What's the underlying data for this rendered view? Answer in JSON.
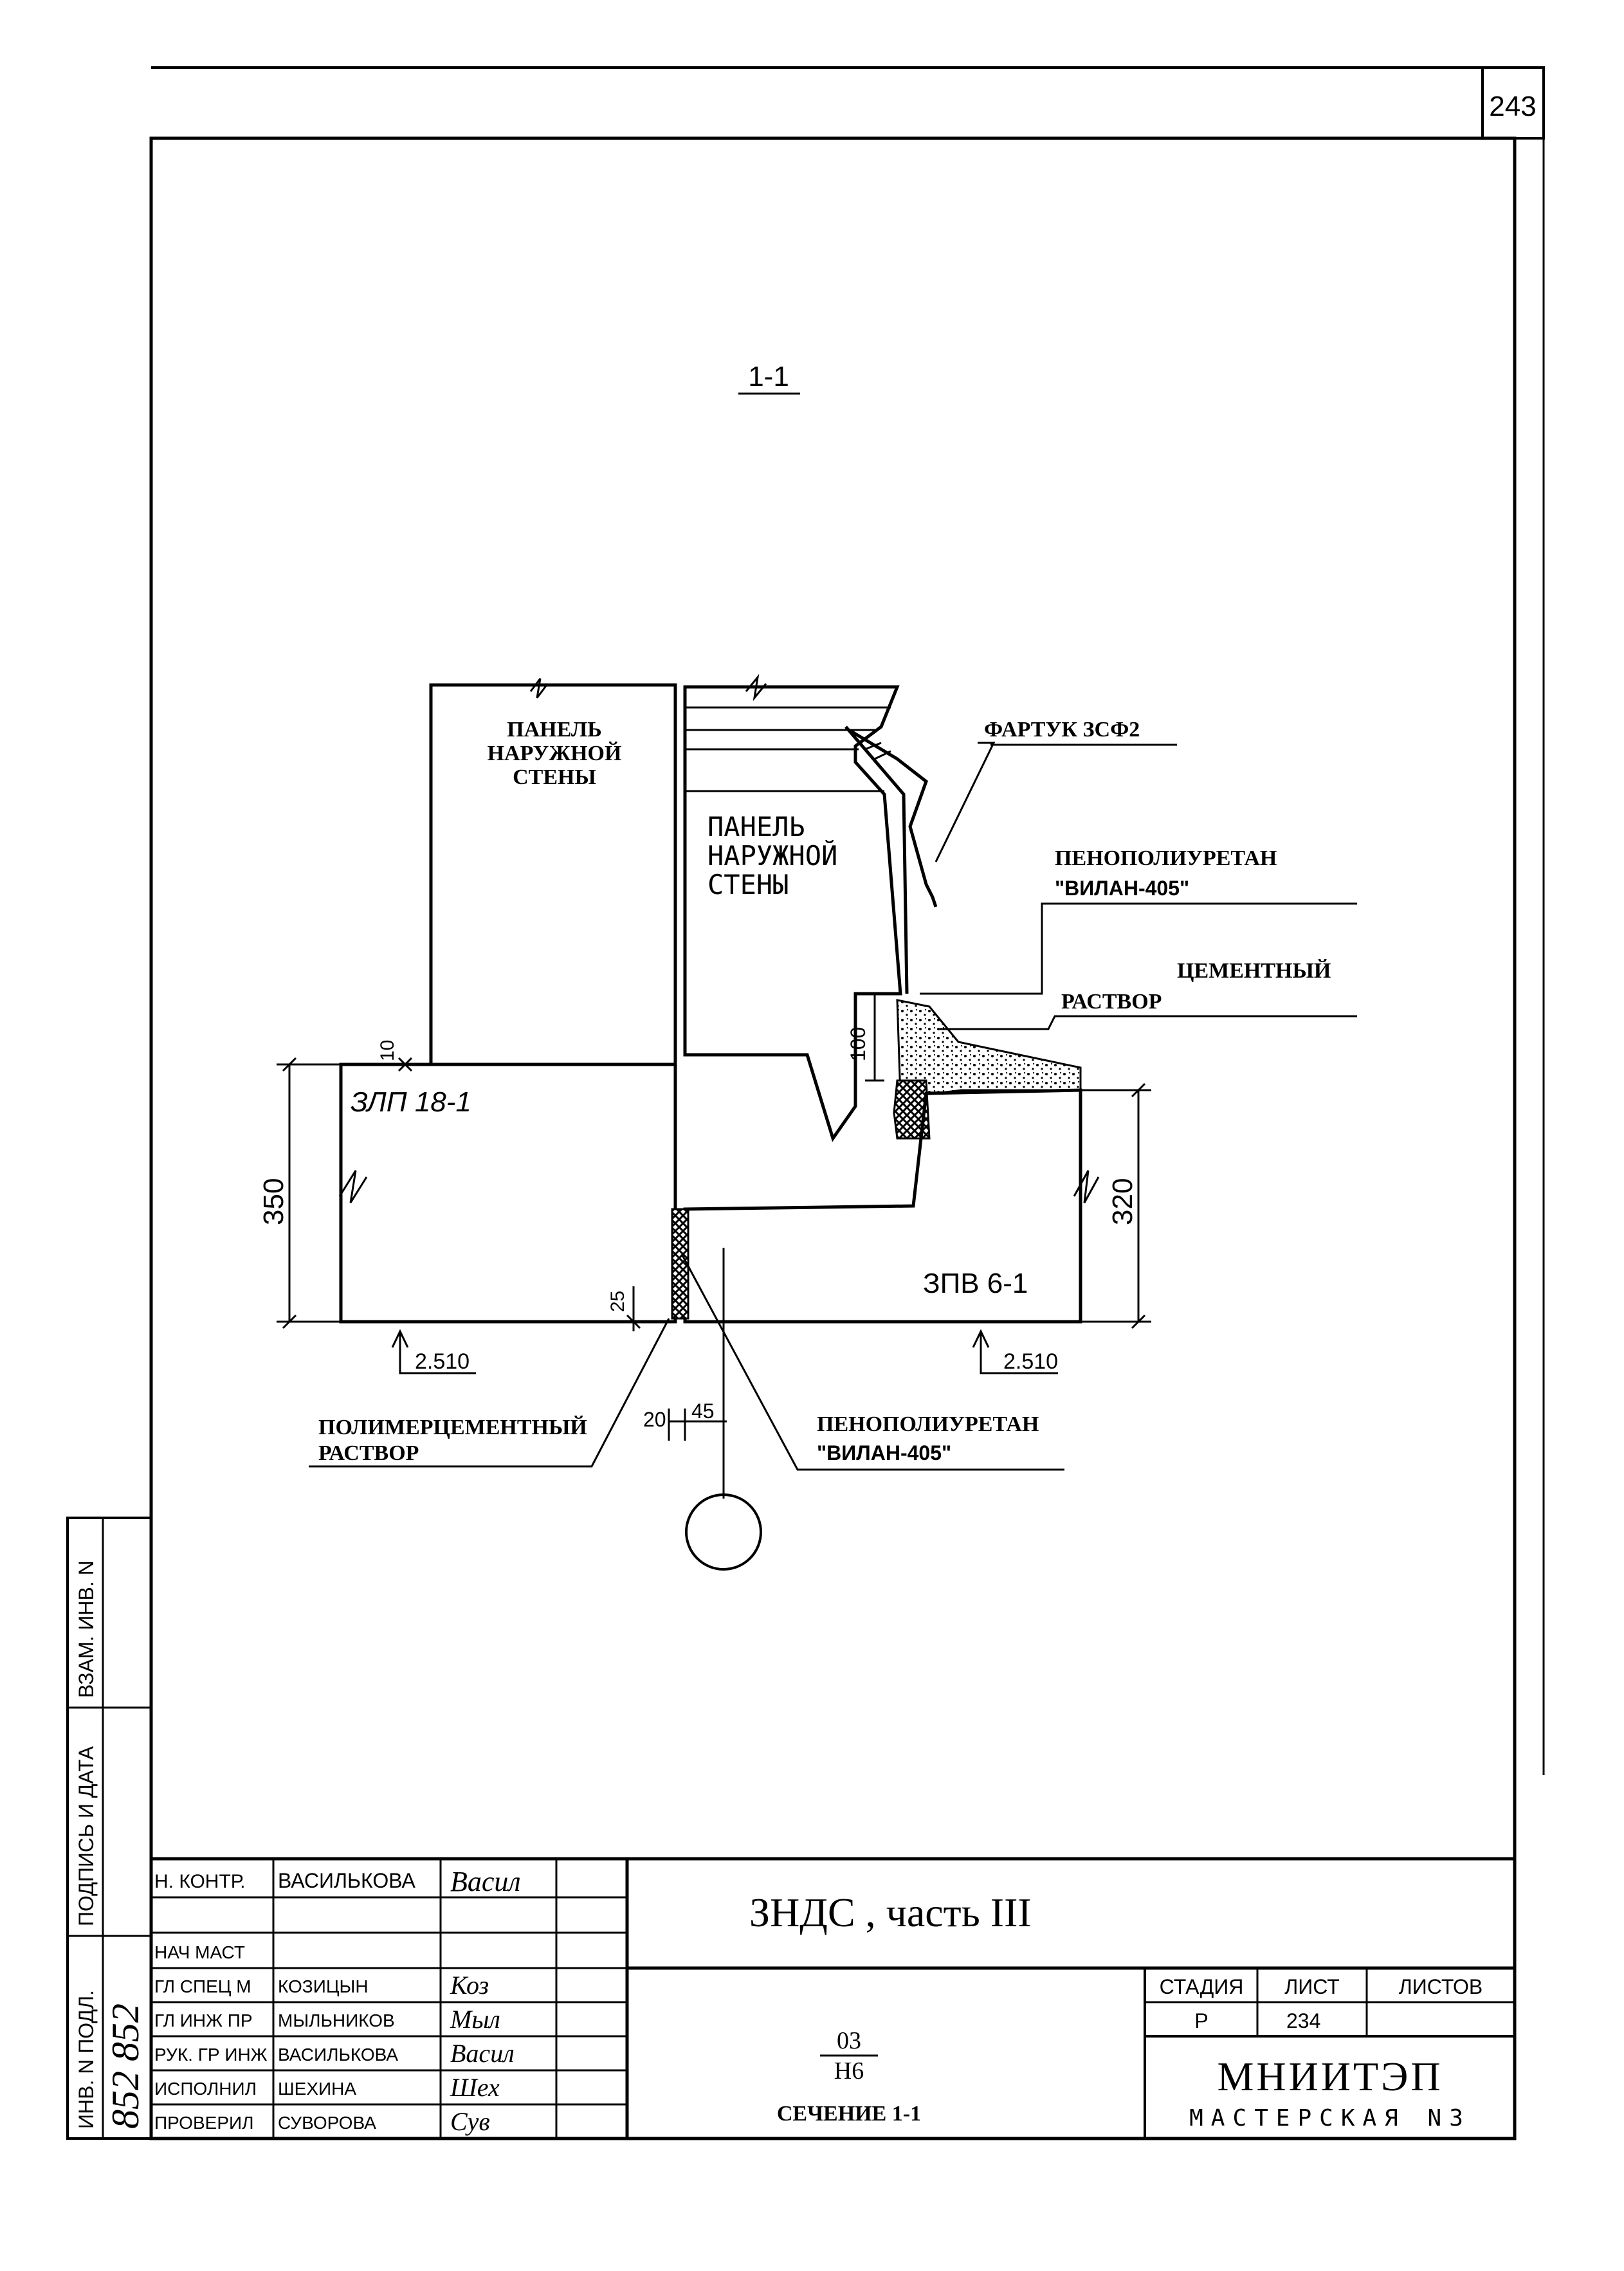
{
  "sheet": {
    "page_number": "243"
  },
  "section": {
    "title": "1-1"
  },
  "labels": {
    "panel_left": [
      "ПАНЕЛЬ",
      "НАРУЖНОЙ",
      "СТЕНЫ"
    ],
    "panel_right": [
      "ПАНЕЛЬ",
      "НАРУЖНОЙ",
      "СТЕНЫ"
    ],
    "apron": "ФАРТУК ЗСФ2",
    "foam_top": [
      "ПЕНОПОЛИУРЕТАН",
      "\"ВИЛАН-405\""
    ],
    "cement": [
      "ЦЕМЕНТНЫЙ",
      "РАСТВОР"
    ],
    "slab_left": "ЗЛП 18-1",
    "slab_right": "ЗПВ 6-1",
    "polymer": [
      "ПОЛИМЕРЦЕМЕНТНЫЙ",
      "РАСТВОР"
    ],
    "foam_bottom": [
      "ПЕНОПОЛИУРЕТАН",
      "\"ВИЛАН-405\""
    ]
  },
  "dimensions": {
    "d10": "10",
    "d100": "100",
    "d350": "350",
    "d320": "320",
    "d25": "25",
    "level_left": "2.510",
    "level_right": "2.510",
    "d20": "20",
    "d45": "45"
  },
  "side_stamp": {
    "col1": "ВЗАМ. ИНВ. N",
    "col2": "ПОДПИСЬ И ДАТА",
    "col3": "ИНВ. N ПОДЛ.",
    "inv_handwritten": "852 852"
  },
  "title_block": {
    "document": "ЗНДС , часть III",
    "code_top": "03",
    "code_bottom": "Н6",
    "sheet_title": "СЕЧЕНИЕ 1-1",
    "headers": {
      "stage": "СТАДИЯ",
      "sheet": "ЛИСТ",
      "sheets": "ЛИСТОВ"
    },
    "values": {
      "stage": "Р",
      "sheet": "234",
      "sheets": ""
    },
    "org": "МНИИТЭП",
    "workshop": "МАСТЕРСКАЯ N3",
    "rows": [
      {
        "role": "Н. КОНТР.",
        "name": "ВАСИЛЬКОВА",
        "signature": "Васил"
      },
      {
        "role": "",
        "name": "",
        "signature": ""
      },
      {
        "role": "НАЧ МАСТ",
        "name": "",
        "signature": ""
      },
      {
        "role": "ГЛ СПЕЦ М",
        "name": "КОЗИЦЫН",
        "signature": "Коз"
      },
      {
        "role": "ГЛ ИНЖ ПР",
        "name": "МЫЛЬНИКОВ",
        "signature": "Мыл"
      },
      {
        "role": "РУК. ГР ИНЖ",
        "name": "ВАСИЛЬКОВА",
        "signature": "Васил"
      },
      {
        "role": "ИСПОЛНИЛ",
        "name": "ШЕХИНА",
        "signature": "Шех"
      },
      {
        "role": "ПРОВЕРИЛ",
        "name": "СУВОРОВА",
        "signature": "Сув"
      }
    ]
  }
}
